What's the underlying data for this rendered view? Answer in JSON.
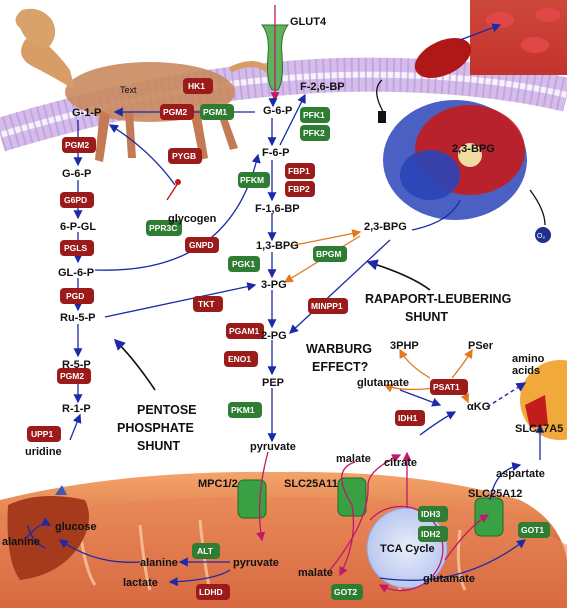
{
  "labels": {
    "glut4": "GLUT4",
    "text_note": "Text",
    "g1p": "G-1-P",
    "g6p_top": "G-6-P",
    "f26bp": "F-2,6-BP",
    "f6p": "F-6-P",
    "f16bp": "F-1,6-BP",
    "g6p_left": "G-6-P",
    "glycogen": "glycogen",
    "pgl6": "6-P-GL",
    "gl6p": "GL-6-P",
    "ru5p": "Ru-5-P",
    "r5p": "R-5-P",
    "r1p": "R-1-P",
    "uridine": "uridine",
    "bpg13": "1,3-BPG",
    "bpg23_mid": "2,3-BPG",
    "bpg23_hb": "2,3-BPG",
    "pg3": "3-PG",
    "pg2": "2-PG",
    "pep": "PEP",
    "pyruvate_cyto": "pyruvate",
    "threephp": "3PHP",
    "pser": "PSer",
    "glutamate_cyto": "glutamate",
    "amino_acids": "amino\nacids",
    "akg": "αKG",
    "malate_cyto": "malate",
    "citrate": "citrate",
    "aspartate": "aspartate",
    "glucose": "glucose",
    "alanine_liver": "alanine",
    "alanine_mito": "alanine",
    "pyruvate_mito": "pyruvate",
    "lactate": "lactate",
    "malate_mito": "malate",
    "glutamate_mito": "glutamate",
    "tca": "TCA Cycle",
    "o2": "O₂"
  },
  "transporters": {
    "mpc": "MPC1/2",
    "slc25a11": "SLC25A11",
    "slc25a12": "SLC25A12",
    "slc17a5": "SLC17A5"
  },
  "headings": {
    "rapaport": "RAPAPORT-LEUBERING\nSHUNT",
    "pentose": "PENTOSE\nPHOSPHATE\nSHUNT",
    "warburg": "WARBURG\nEFFECT?"
  },
  "enzymes_red": [
    "HK1",
    "PGM2",
    "PGM2",
    "PYGB",
    "G6PD",
    "PGLS",
    "GNPD",
    "PGD",
    "PGM2",
    "UPP1",
    "FBP1",
    "FBP2",
    "TKT",
    "PGAM1",
    "MINPP1",
    "ENO1",
    "PSAT1",
    "IDH1",
    "LDHD"
  ],
  "enzymes_green": [
    "PGM1",
    "PFK1",
    "PFK2",
    "PFKM",
    "PPR3C",
    "PGK1",
    "BPGM",
    "PKM1",
    "IDH3",
    "IDH2",
    "ALT",
    "GOT1",
    "GOT2"
  ],
  "colors": {
    "enzyme_red": "#9b1b1b",
    "enzyme_green": "#2f7d32",
    "arrow_blue": "#1b2aa8",
    "arrow_magenta": "#c2186b",
    "arrow_orange": "#e07a1f",
    "membrane": "#d9c4ec",
    "mitochondria": "#d9541a"
  }
}
